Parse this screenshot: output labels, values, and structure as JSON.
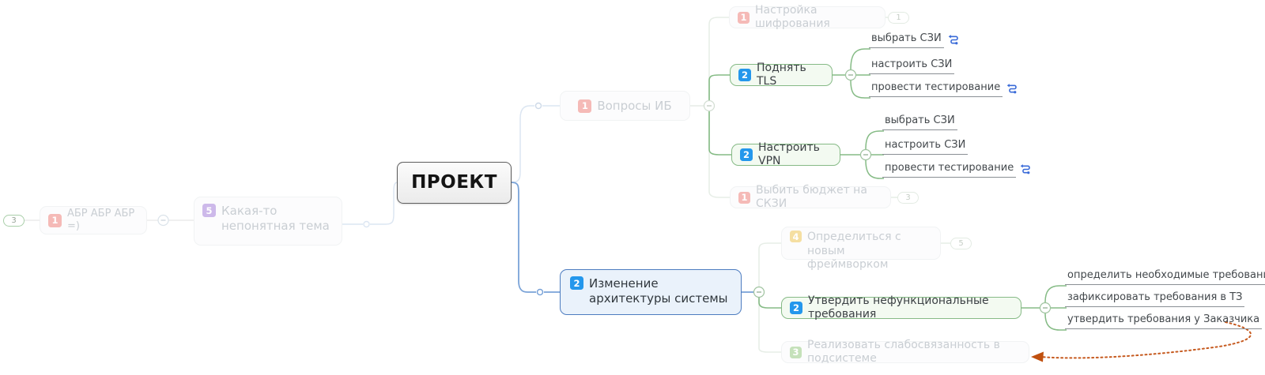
{
  "app": {
    "kind": "mind-map-canvas"
  },
  "colors": {
    "accent_blue": "#2497ec",
    "branch_green": "#85bb85",
    "branch_blue": "#7aa3d8",
    "faded_text": "#c9ced3",
    "relation_orange": "#c65a1f",
    "central_border": "#5f5f5f"
  },
  "map": {
    "central": {
      "label": "ПРОЕКТ"
    },
    "left": {
      "badge": "3",
      "abr": {
        "priority": "1",
        "label": "АБР АБР АБР =)"
      },
      "topic": {
        "priority": "5",
        "label": "Какая-то\nнепонятная тема"
      }
    },
    "security": {
      "root": {
        "priority": "1",
        "label": "Вопросы ИБ"
      },
      "children": [
        {
          "priority": "1",
          "label": "Настройка шифрования",
          "badge": "1"
        },
        {
          "priority": "2",
          "label": "Поднять TLS",
          "children": [
            {
              "label": "выбрать СЗИ",
              "link_icon": true
            },
            {
              "label": "настроить СЗИ",
              "link_icon": false
            },
            {
              "label": "провести тестирование",
              "link_icon": true
            }
          ]
        },
        {
          "priority": "2",
          "label": "Настроить VPN",
          "children": [
            {
              "label": "выбрать СЗИ",
              "link_icon": false
            },
            {
              "label": "настроить СЗИ",
              "link_icon": false
            },
            {
              "label": "провести тестирование",
              "link_icon": true
            }
          ]
        },
        {
          "priority": "1",
          "label": "Выбить бюджет на СКЗИ",
          "badge": "3"
        }
      ]
    },
    "architecture": {
      "root": {
        "priority": "2",
        "label": "Изменение\nархитектуры системы"
      },
      "children": [
        {
          "priority": "4",
          "label": "Определиться с новым\nфреймворком",
          "badge": "5"
        },
        {
          "priority": "2",
          "label": "Утвердить нефункциональные требования",
          "children": [
            {
              "label": "определить необходимые требования",
              "link_icon": true
            },
            {
              "label": "зафиксировать требования в ТЗ",
              "link_icon": false
            },
            {
              "label": "утвердить требования у Заказчика",
              "link_icon": false
            }
          ]
        },
        {
          "priority": "3",
          "label": "Реализовать слабосвязанность в подсистеме"
        }
      ]
    }
  }
}
